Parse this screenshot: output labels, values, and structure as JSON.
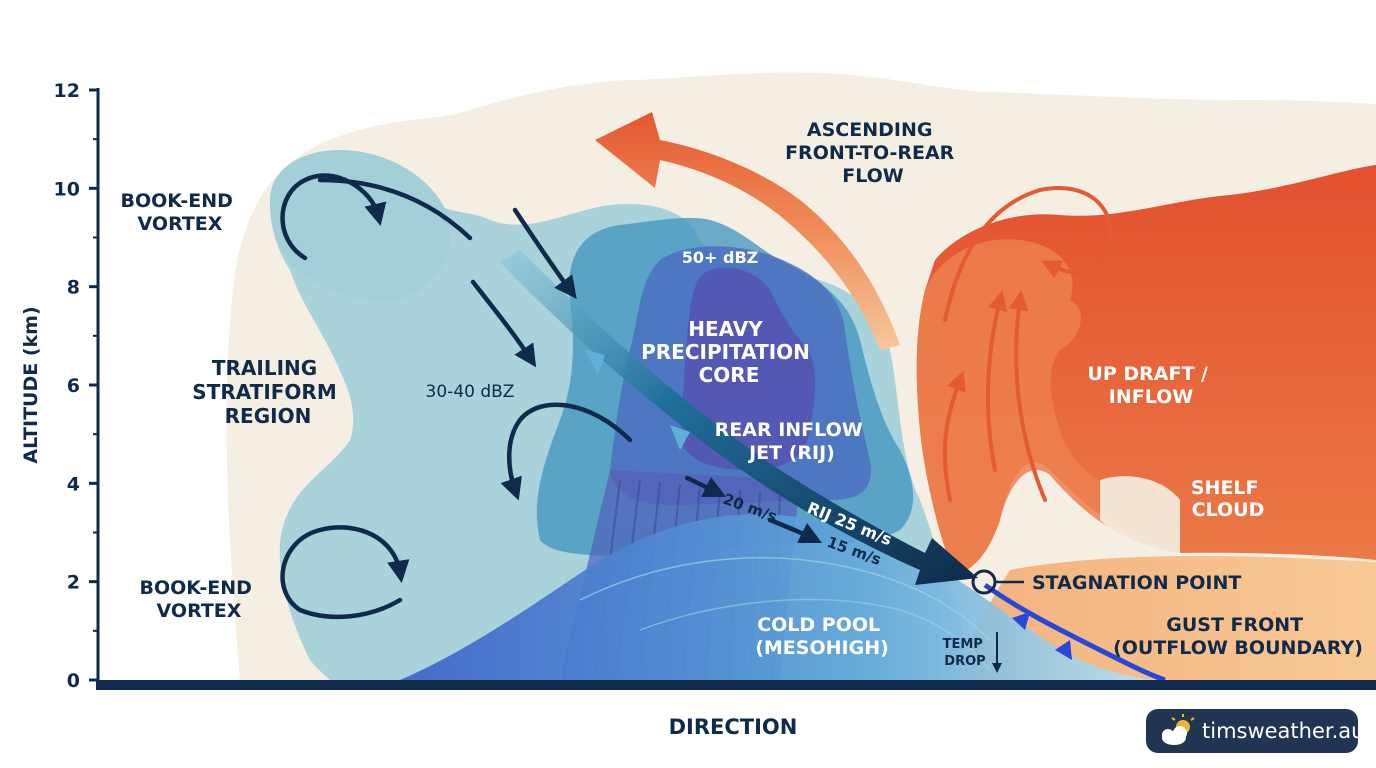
{
  "axes": {
    "y_label": "ALTITUDE (km)",
    "x_label": "DIRECTION",
    "y_ticks": [
      "0",
      "2",
      "4",
      "6",
      "8",
      "10",
      "12"
    ]
  },
  "labels": {
    "bookend_top": [
      "BOOK-END",
      "VORTEX"
    ],
    "bookend_bottom": [
      "BOOK-END",
      "VORTEX"
    ],
    "trailing": [
      "TRAILING",
      "STRATIFORM",
      "REGION"
    ],
    "dbz_30_40": "30-40 dBZ",
    "dbz_50": "50+ dBZ",
    "heavy_core": [
      "HEAVY",
      "PRECIPITATION",
      "CORE"
    ],
    "rij": [
      "REAR INFLOW",
      "JET (RIJ)"
    ],
    "ascending": [
      "ASCENDING",
      "FRONT-TO-REAR",
      "FLOW"
    ],
    "updraft": [
      "UP DRAFT /",
      "INFLOW"
    ],
    "shelf": [
      "SHELF",
      "CLOUD"
    ],
    "stagnation": "STAGNATION POINT",
    "gust_front": [
      "GUST FRONT",
      "(OUTFLOW BOUNDARY)"
    ],
    "cold_pool": [
      "COLD POOL",
      "(MESOHIGH)"
    ],
    "temp_drop": [
      "TEMP",
      "DROP"
    ],
    "speed_20": "20 m/s",
    "speed_15": "15 m/s",
    "rij_speed": "RIJ 25 m/s"
  },
  "badge": {
    "text": "timsweather.au",
    "icon": "sun-cloud-icon"
  },
  "colors": {
    "navy": "#0f2a4a",
    "stratiform": "#a9d2da",
    "core_mid": "#3f93c0",
    "core_high": "#4a6bbf",
    "core_top": "#5452b0",
    "updraft": "#e5603a",
    "updraft_light": "#f2a474",
    "cloud_envelope": "#f4efe2",
    "cold_pool": "#3a6bd0",
    "gust_front": "#2748d8"
  }
}
